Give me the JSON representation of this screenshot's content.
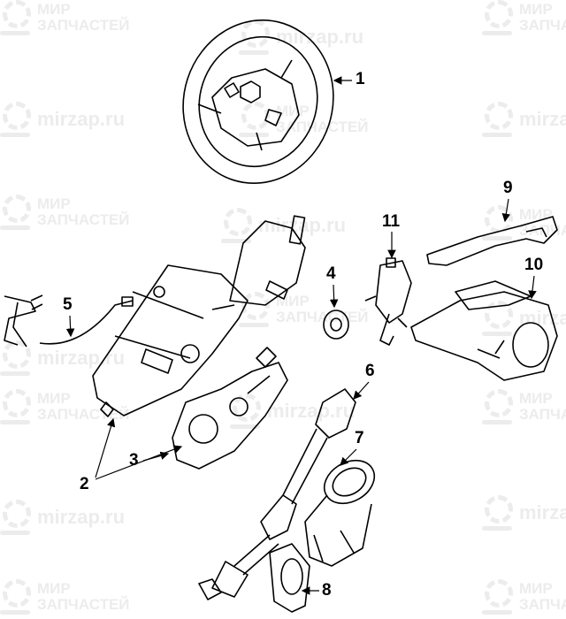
{
  "watermark": {
    "brand_line1": "МИР",
    "brand_line2": "ЗАПЧАСТЕЙ",
    "site": "mirzap.ru"
  },
  "callouts": [
    {
      "label": "1",
      "part": "steering-wheel"
    },
    {
      "label": "2",
      "part": "steering-column"
    },
    {
      "label": "3",
      "part": "column-motor-assembly"
    },
    {
      "label": "4",
      "part": "bushing"
    },
    {
      "label": "5",
      "part": "wire-harness"
    },
    {
      "label": "6",
      "part": "intermediate-shaft"
    },
    {
      "label": "7",
      "part": "boot"
    },
    {
      "label": "8",
      "part": "seal-plate"
    },
    {
      "label": "9",
      "part": "upper-cover"
    },
    {
      "label": "10",
      "part": "lower-cover"
    },
    {
      "label": "11",
      "part": "ignition-lock"
    }
  ]
}
